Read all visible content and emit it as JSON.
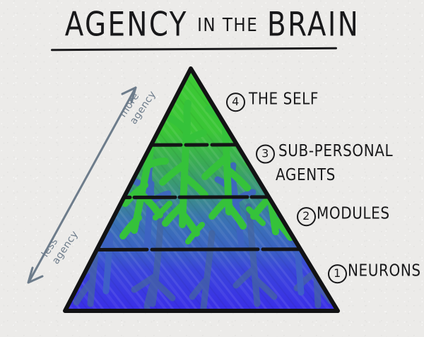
{
  "title": {
    "word1": "AGENCY",
    "word2": "IN THE",
    "word3": "BRAIN"
  },
  "diagram": {
    "type": "pyramid",
    "name": "agency-in-the-brain-pyramid",
    "levels": [
      {
        "number": "4",
        "label": "THE SELF",
        "position": "top",
        "color": "#3ac636"
      },
      {
        "number": "3",
        "label": "SUB-PERSONAL",
        "label_line2": "AGENTS",
        "position": "upper-middle",
        "color": "#3a9a6e"
      },
      {
        "number": "2",
        "label": "MODULES",
        "position": "lower-middle",
        "color": "#3a6ec0"
      },
      {
        "number": "1",
        "label": "NEURONS",
        "position": "bottom",
        "color": "#3a2ee8"
      }
    ]
  },
  "axis": {
    "arrow_name": "agency-axis-arrow",
    "top_label_line1": "more",
    "top_label_line2": "agency",
    "bottom_label_line1": "less",
    "bottom_label_line2": "agency",
    "color": "#6d7c8b"
  },
  "colors": {
    "background": "#ecebe9",
    "ink": "#18181a",
    "green_top": "#3ac636",
    "blue_bottom": "#3a2ee8",
    "neuron_green": "#35c23a",
    "neuron_blue": "#3f63c4",
    "neuron_slate": "#4a6ba8",
    "axis_gray": "#6d7c8b"
  }
}
